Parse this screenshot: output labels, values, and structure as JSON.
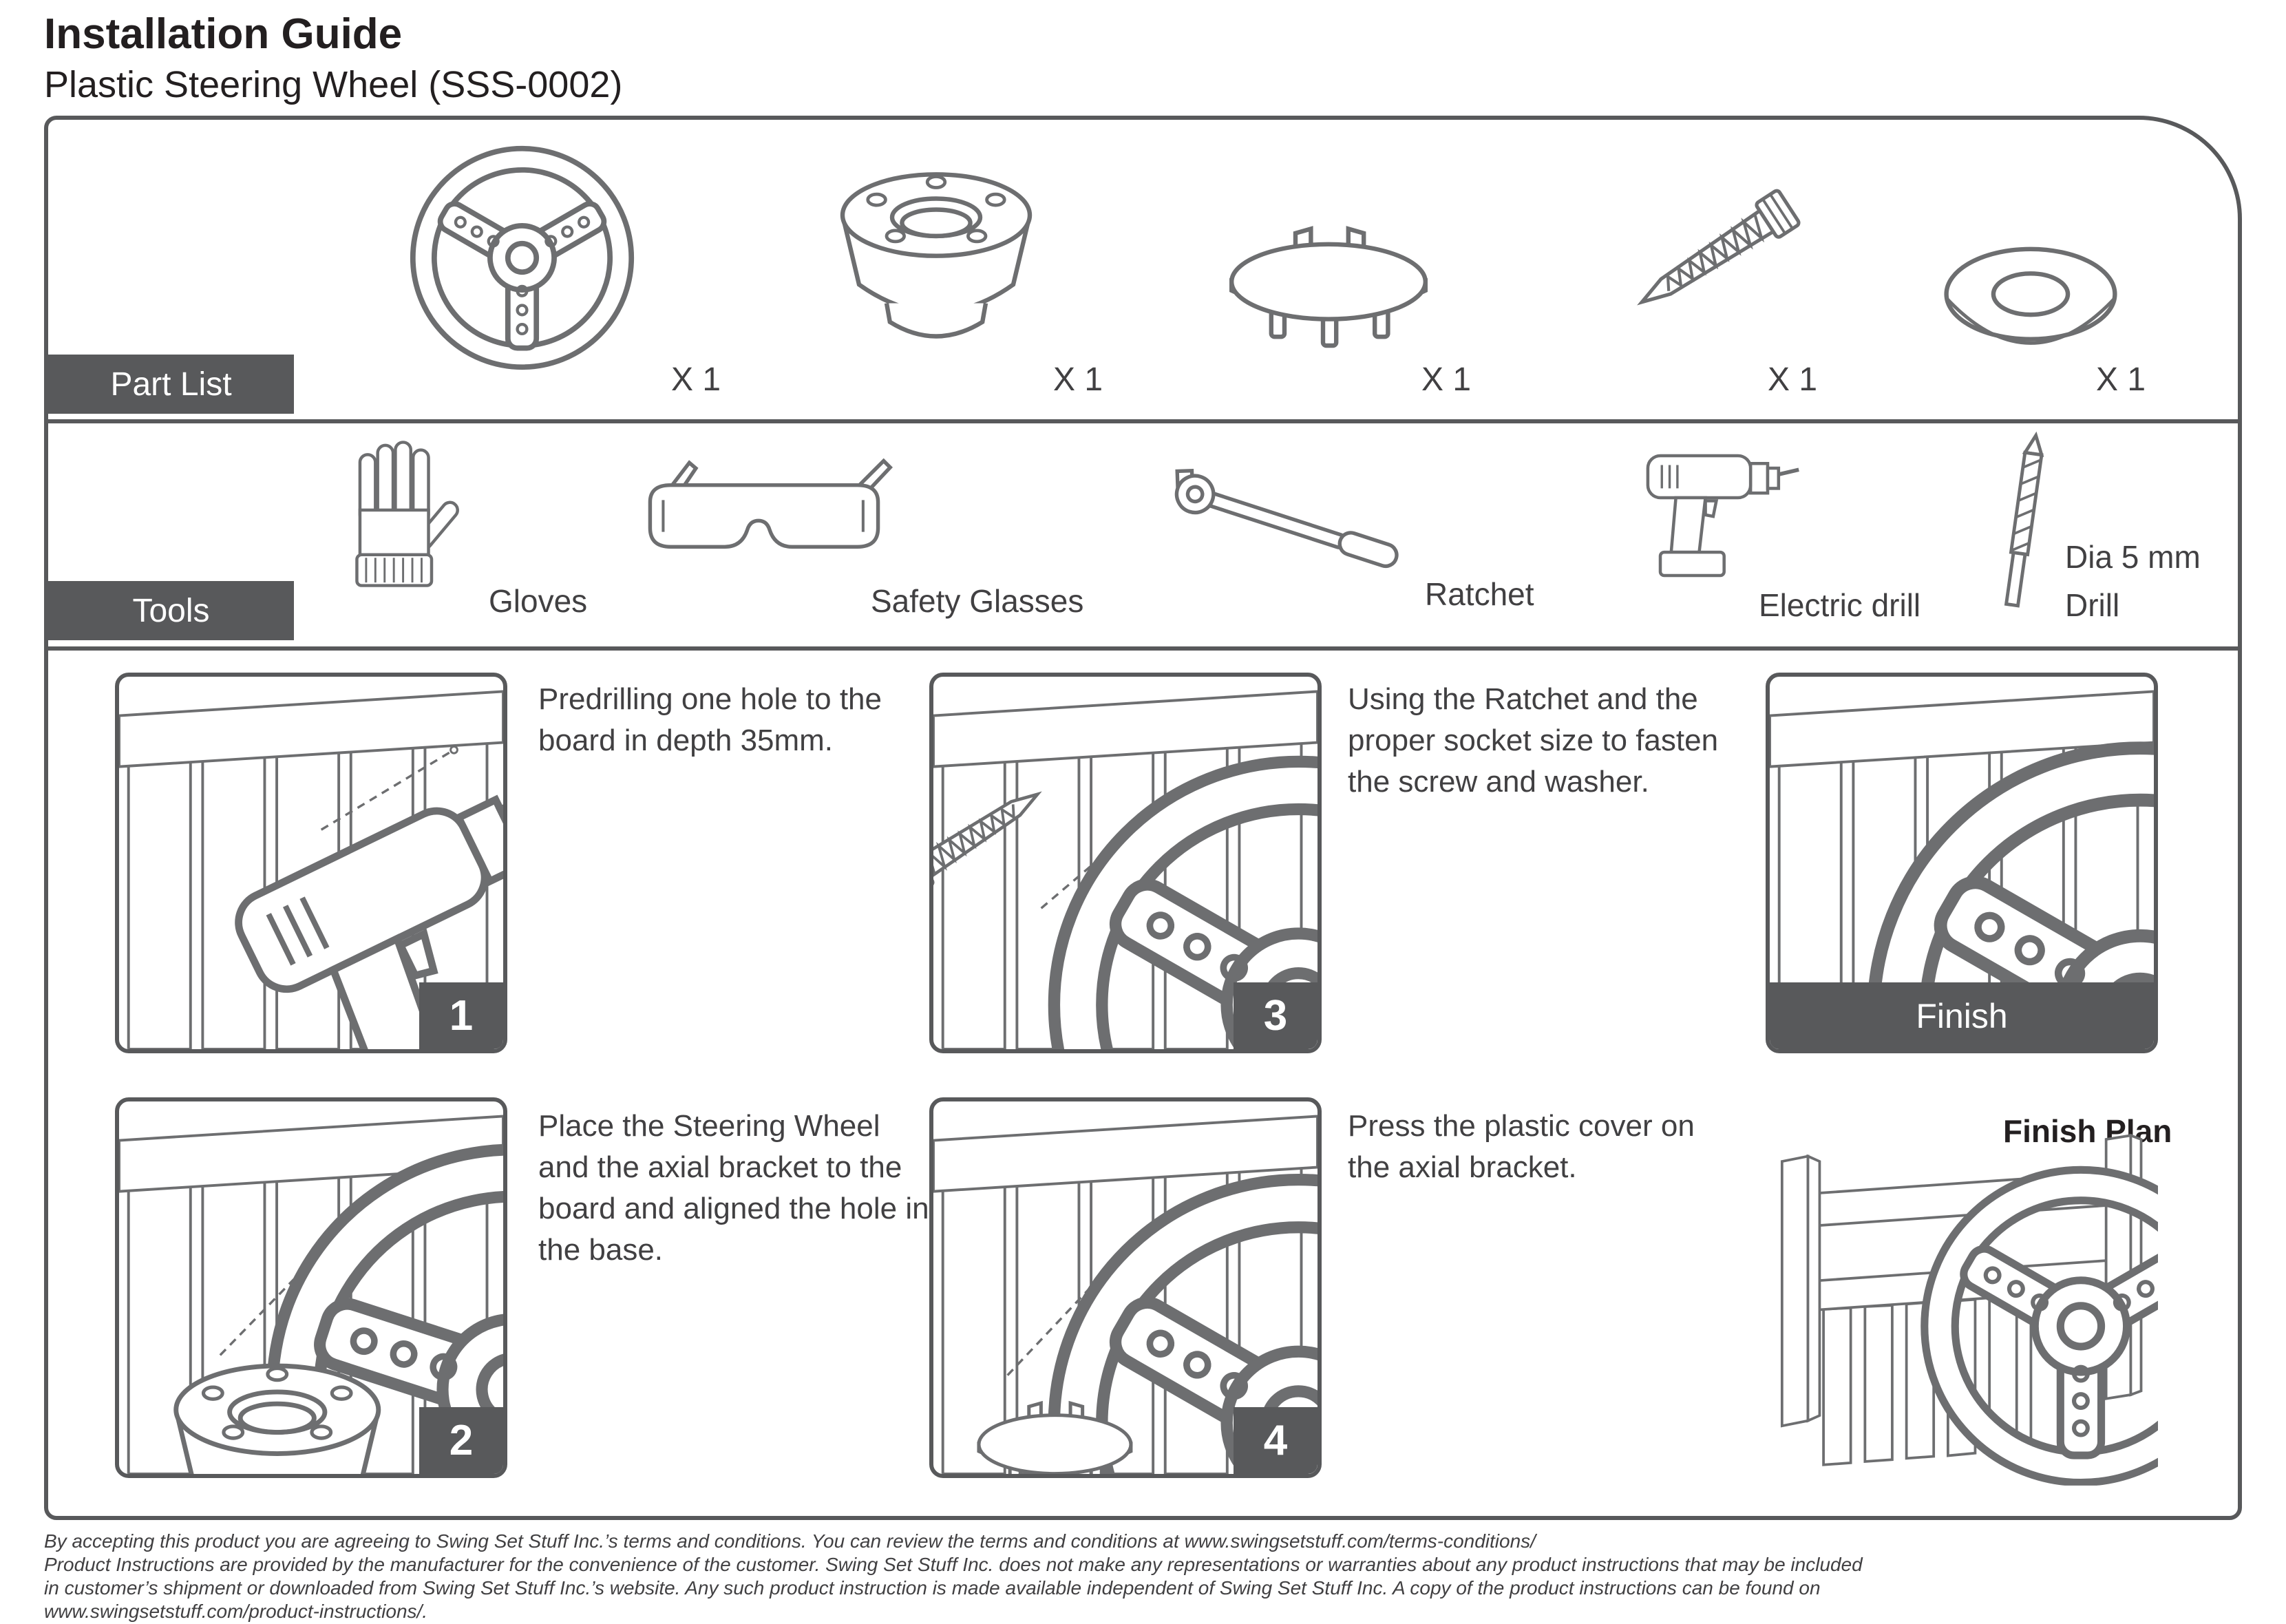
{
  "colors": {
    "accent_gray": "#58595b",
    "line_art_gray": "#6d6e70",
    "text": "#414042"
  },
  "header": {
    "title": "Installation Guide",
    "subtitle": "Plastic Steering Wheel (SSS-0002)"
  },
  "part_list": {
    "label": "Part List",
    "parts": [
      {
        "icon": "steering-wheel-icon",
        "qty": "X 1"
      },
      {
        "icon": "axial-bracket-icon",
        "qty": "X 1"
      },
      {
        "icon": "plastic-cover-icon",
        "qty": "X 1"
      },
      {
        "icon": "lag-screw-icon",
        "qty": "X 1"
      },
      {
        "icon": "washer-icon",
        "qty": "X 1"
      }
    ]
  },
  "tools": {
    "label": "Tools",
    "items": [
      {
        "icon": "gloves-icon",
        "label": "Gloves"
      },
      {
        "icon": "safety-glasses-icon",
        "label": "Safety Glasses"
      },
      {
        "icon": "ratchet-icon",
        "label": "Ratchet"
      },
      {
        "icon": "electric-drill-icon",
        "label": "Electric drill"
      },
      {
        "icon": "drill-bit-icon",
        "label": "Dia 5 mm",
        "label2": "Drill"
      }
    ]
  },
  "steps": [
    {
      "number": "1",
      "text": "Predrilling one hole to the board in depth 35mm."
    },
    {
      "number": "2",
      "text": "Place the Steering Wheel and the axial bracket to the board and aligned the hole in the base."
    },
    {
      "number": "3",
      "text": "Using the Ratchet and the proper socket size to fasten the screw and washer."
    },
    {
      "number": "4",
      "text": "Press the plastic cover on the axial bracket."
    }
  ],
  "finish": {
    "panel_label": "Finish",
    "plan_label": "Finish Plan"
  },
  "footer": {
    "lines": [
      "By accepting this product you are agreeing to Swing Set Stuff Inc.’s terms and conditions. You can review the terms and conditions at www.swingsetstuff.com/terms-conditions/",
      "Product Instructions are provided by the manufacturer for the convenience of the customer. Swing Set Stuff Inc. does not make any representations or warranties about any product instructions that may be included",
      "in customer’s shipment or downloaded from Swing Set Stuff Inc.’s website. Any such product instruction is made available independent of Swing Set Stuff Inc.  A copy of the product instructions can be found on",
      "www.swingsetstuff.com/product-instructions/."
    ]
  }
}
